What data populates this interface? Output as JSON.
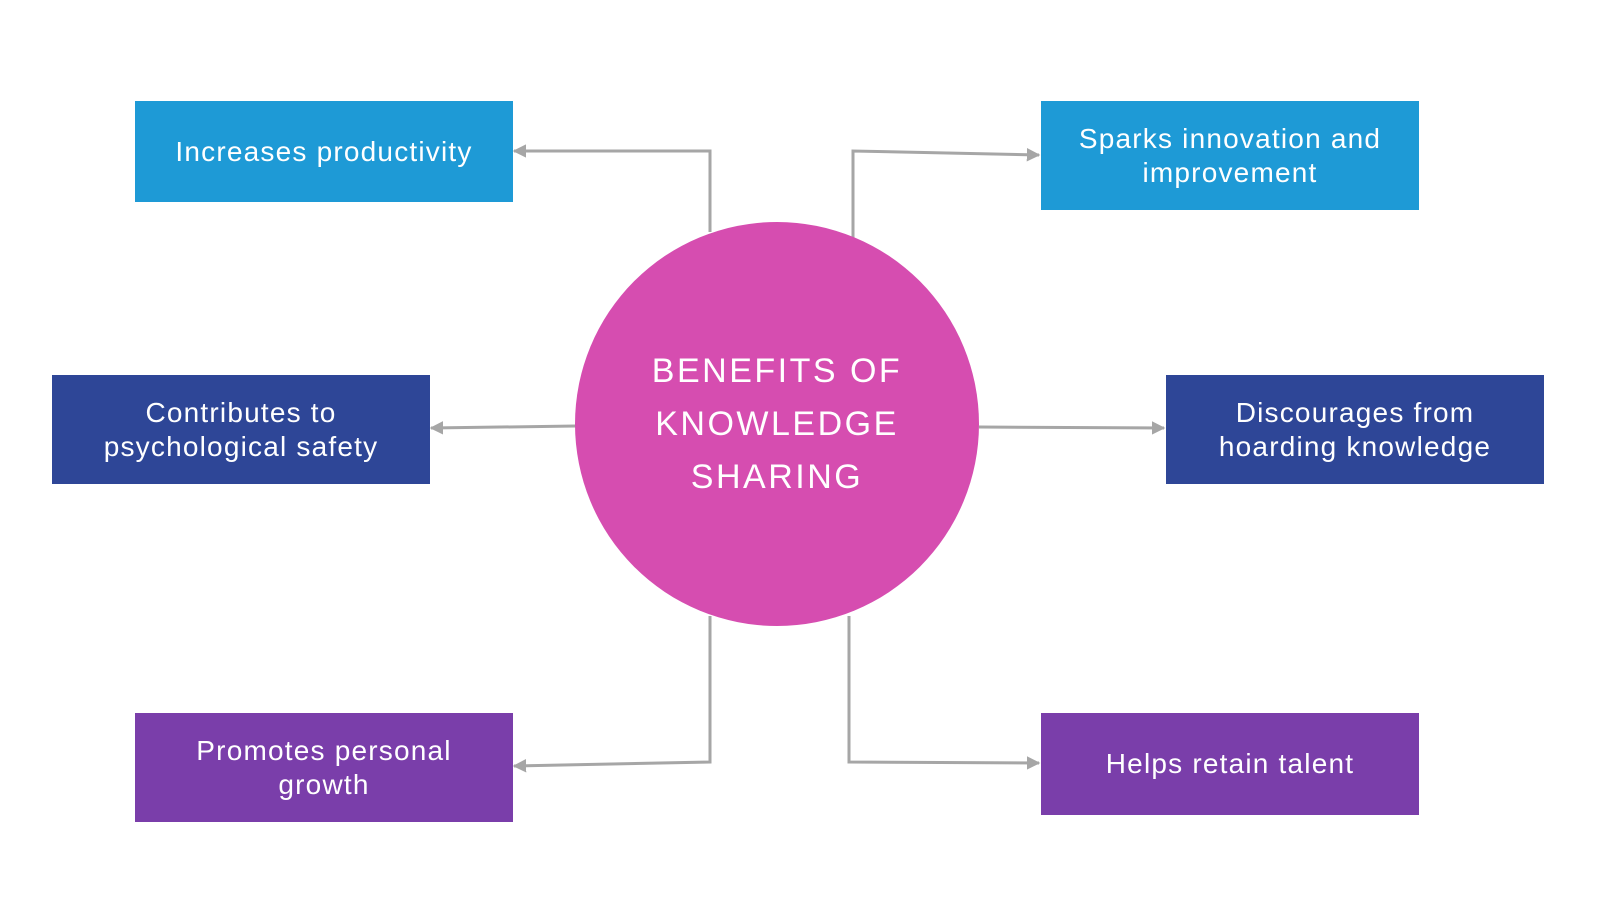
{
  "center": {
    "lines": [
      "BENEFITS OF",
      "KNOWLEDGE",
      "SHARING"
    ],
    "color": "#D64DB0"
  },
  "benefits": [
    {
      "lines": [
        "Increases productivity"
      ],
      "color": "#1E9AD6"
    },
    {
      "lines": [
        "Sparks innovation and",
        "improvement"
      ],
      "color": "#1E9AD6"
    },
    {
      "lines": [
        "Contributes to",
        "psychological safety"
      ],
      "color": "#2E4697"
    },
    {
      "lines": [
        "Discourages from",
        "hoarding knowledge"
      ],
      "color": "#2E4697"
    },
    {
      "lines": [
        "Promotes personal",
        "growth"
      ],
      "color": "#7A3EAA"
    },
    {
      "lines": [
        "Helps retain talent"
      ],
      "color": "#7A3EAA"
    }
  ],
  "connector_color": "#A6A6A6"
}
